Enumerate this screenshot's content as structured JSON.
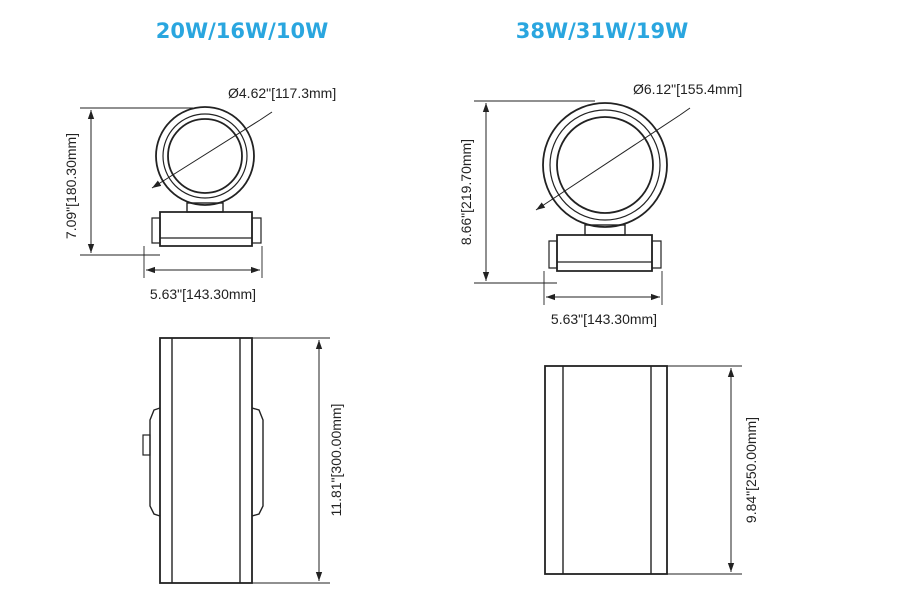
{
  "models": [
    {
      "title": "20W/16W/10W",
      "diameter_label": "Ø4.62\"[117.3mm]",
      "height_label": "7.09\"[180.30mm]",
      "width_label": "5.63\"[143.30mm]",
      "length_label": "11.81\"[300.00mm]"
    },
    {
      "title": "38W/31W/19W",
      "diameter_label": "Ø6.12\"[155.4mm]",
      "height_label": "8.66\"[219.70mm]",
      "width_label": "5.63\"[143.30mm]",
      "length_label": "9.84\"[250.00mm]"
    }
  ],
  "colors": {
    "title": "#2aa6df",
    "line": "#222222"
  }
}
